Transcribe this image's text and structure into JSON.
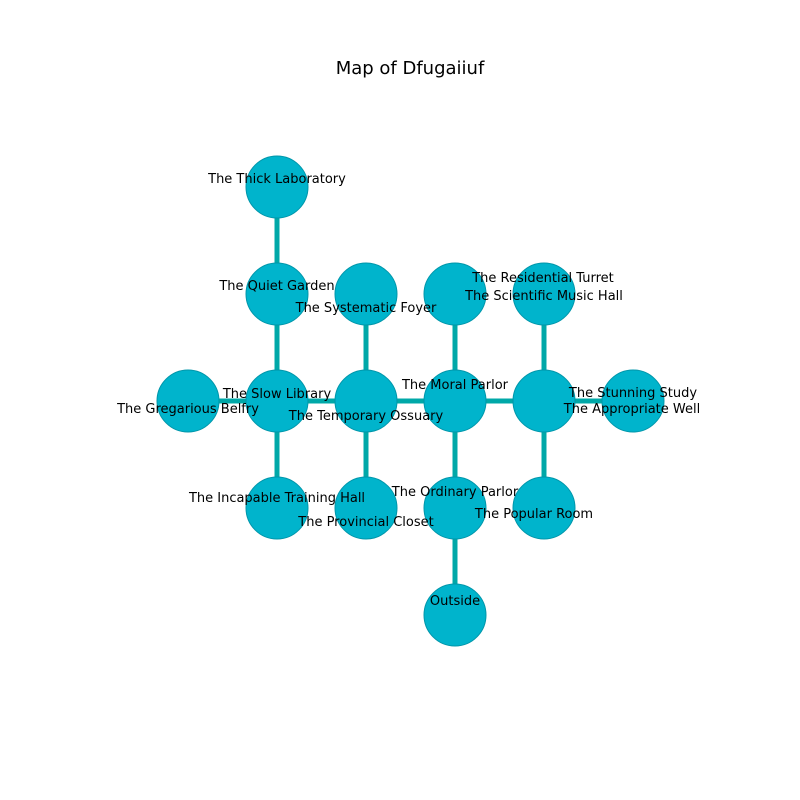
{
  "title": "Map of Dfugaiiuf",
  "colors": {
    "node_fill": "#00b4cc",
    "node_stroke": "#0096aa",
    "edge": "#00a8a8",
    "label": "#000000",
    "background": "#ffffff"
  },
  "nodes": [
    {
      "id": "thick_laboratory",
      "label": "The Thick Laboratory",
      "col": 0,
      "row": 0
    },
    {
      "id": "quiet_garden",
      "label": "The Quiet Garden",
      "col": 0,
      "row": 1
    },
    {
      "id": "systematic_foyer",
      "label": "The Systematic Foyer",
      "col": 1,
      "row": 1
    },
    {
      "id": "residential_turret",
      "label": "The Residential Turret",
      "col": 2,
      "row": 1
    },
    {
      "id": "scientific_music_hall",
      "label": "The Scientific Music Hall",
      "col": 3,
      "row": 1
    },
    {
      "id": "gregarious_belfry",
      "label": "The Gregarious Belfry",
      "col": -1,
      "row": 2
    },
    {
      "id": "slow_library",
      "label": "The Slow Library",
      "col": 0,
      "row": 2
    },
    {
      "id": "temporary_ossuary",
      "label": "The Temporary Ossuary",
      "col": 1,
      "row": 2
    },
    {
      "id": "moral_parlor",
      "label": "The Moral Parlor",
      "col": 2,
      "row": 2
    },
    {
      "id": "appropriate_well",
      "label": "The Appropriate Well",
      "col": 3,
      "row": 2
    },
    {
      "id": "stunning_study",
      "label": "The Stunning Study",
      "col": 4,
      "row": 2
    },
    {
      "id": "incapable_training_hall",
      "label": "The Incapable Training Hall",
      "col": 0,
      "row": 3
    },
    {
      "id": "provincial_closet",
      "label": "The Provincial Closet",
      "col": 1,
      "row": 3
    },
    {
      "id": "ordinary_parlor",
      "label": "The Ordinary Parlor",
      "col": 2,
      "row": 3
    },
    {
      "id": "popular_room",
      "label": "The Popular Room",
      "col": 3,
      "row": 3
    },
    {
      "id": "outside",
      "label": "Outside",
      "col": 2,
      "row": 4
    }
  ],
  "edges": [
    [
      "thick_laboratory",
      "quiet_garden"
    ],
    [
      "quiet_garden",
      "slow_library"
    ],
    [
      "systematic_foyer",
      "temporary_ossuary"
    ],
    [
      "residential_turret",
      "moral_parlor"
    ],
    [
      "scientific_music_hall",
      "appropriate_well"
    ],
    [
      "gregarious_belfry",
      "slow_library"
    ],
    [
      "slow_library",
      "temporary_ossuary"
    ],
    [
      "temporary_ossuary",
      "moral_parlor"
    ],
    [
      "moral_parlor",
      "appropriate_well"
    ],
    [
      "appropriate_well",
      "stunning_study"
    ],
    [
      "slow_library",
      "incapable_training_hall"
    ],
    [
      "temporary_ossuary",
      "provincial_closet"
    ],
    [
      "moral_parlor",
      "ordinary_parlor"
    ],
    [
      "appropriate_well",
      "popular_room"
    ],
    [
      "ordinary_parlor",
      "outside"
    ]
  ]
}
